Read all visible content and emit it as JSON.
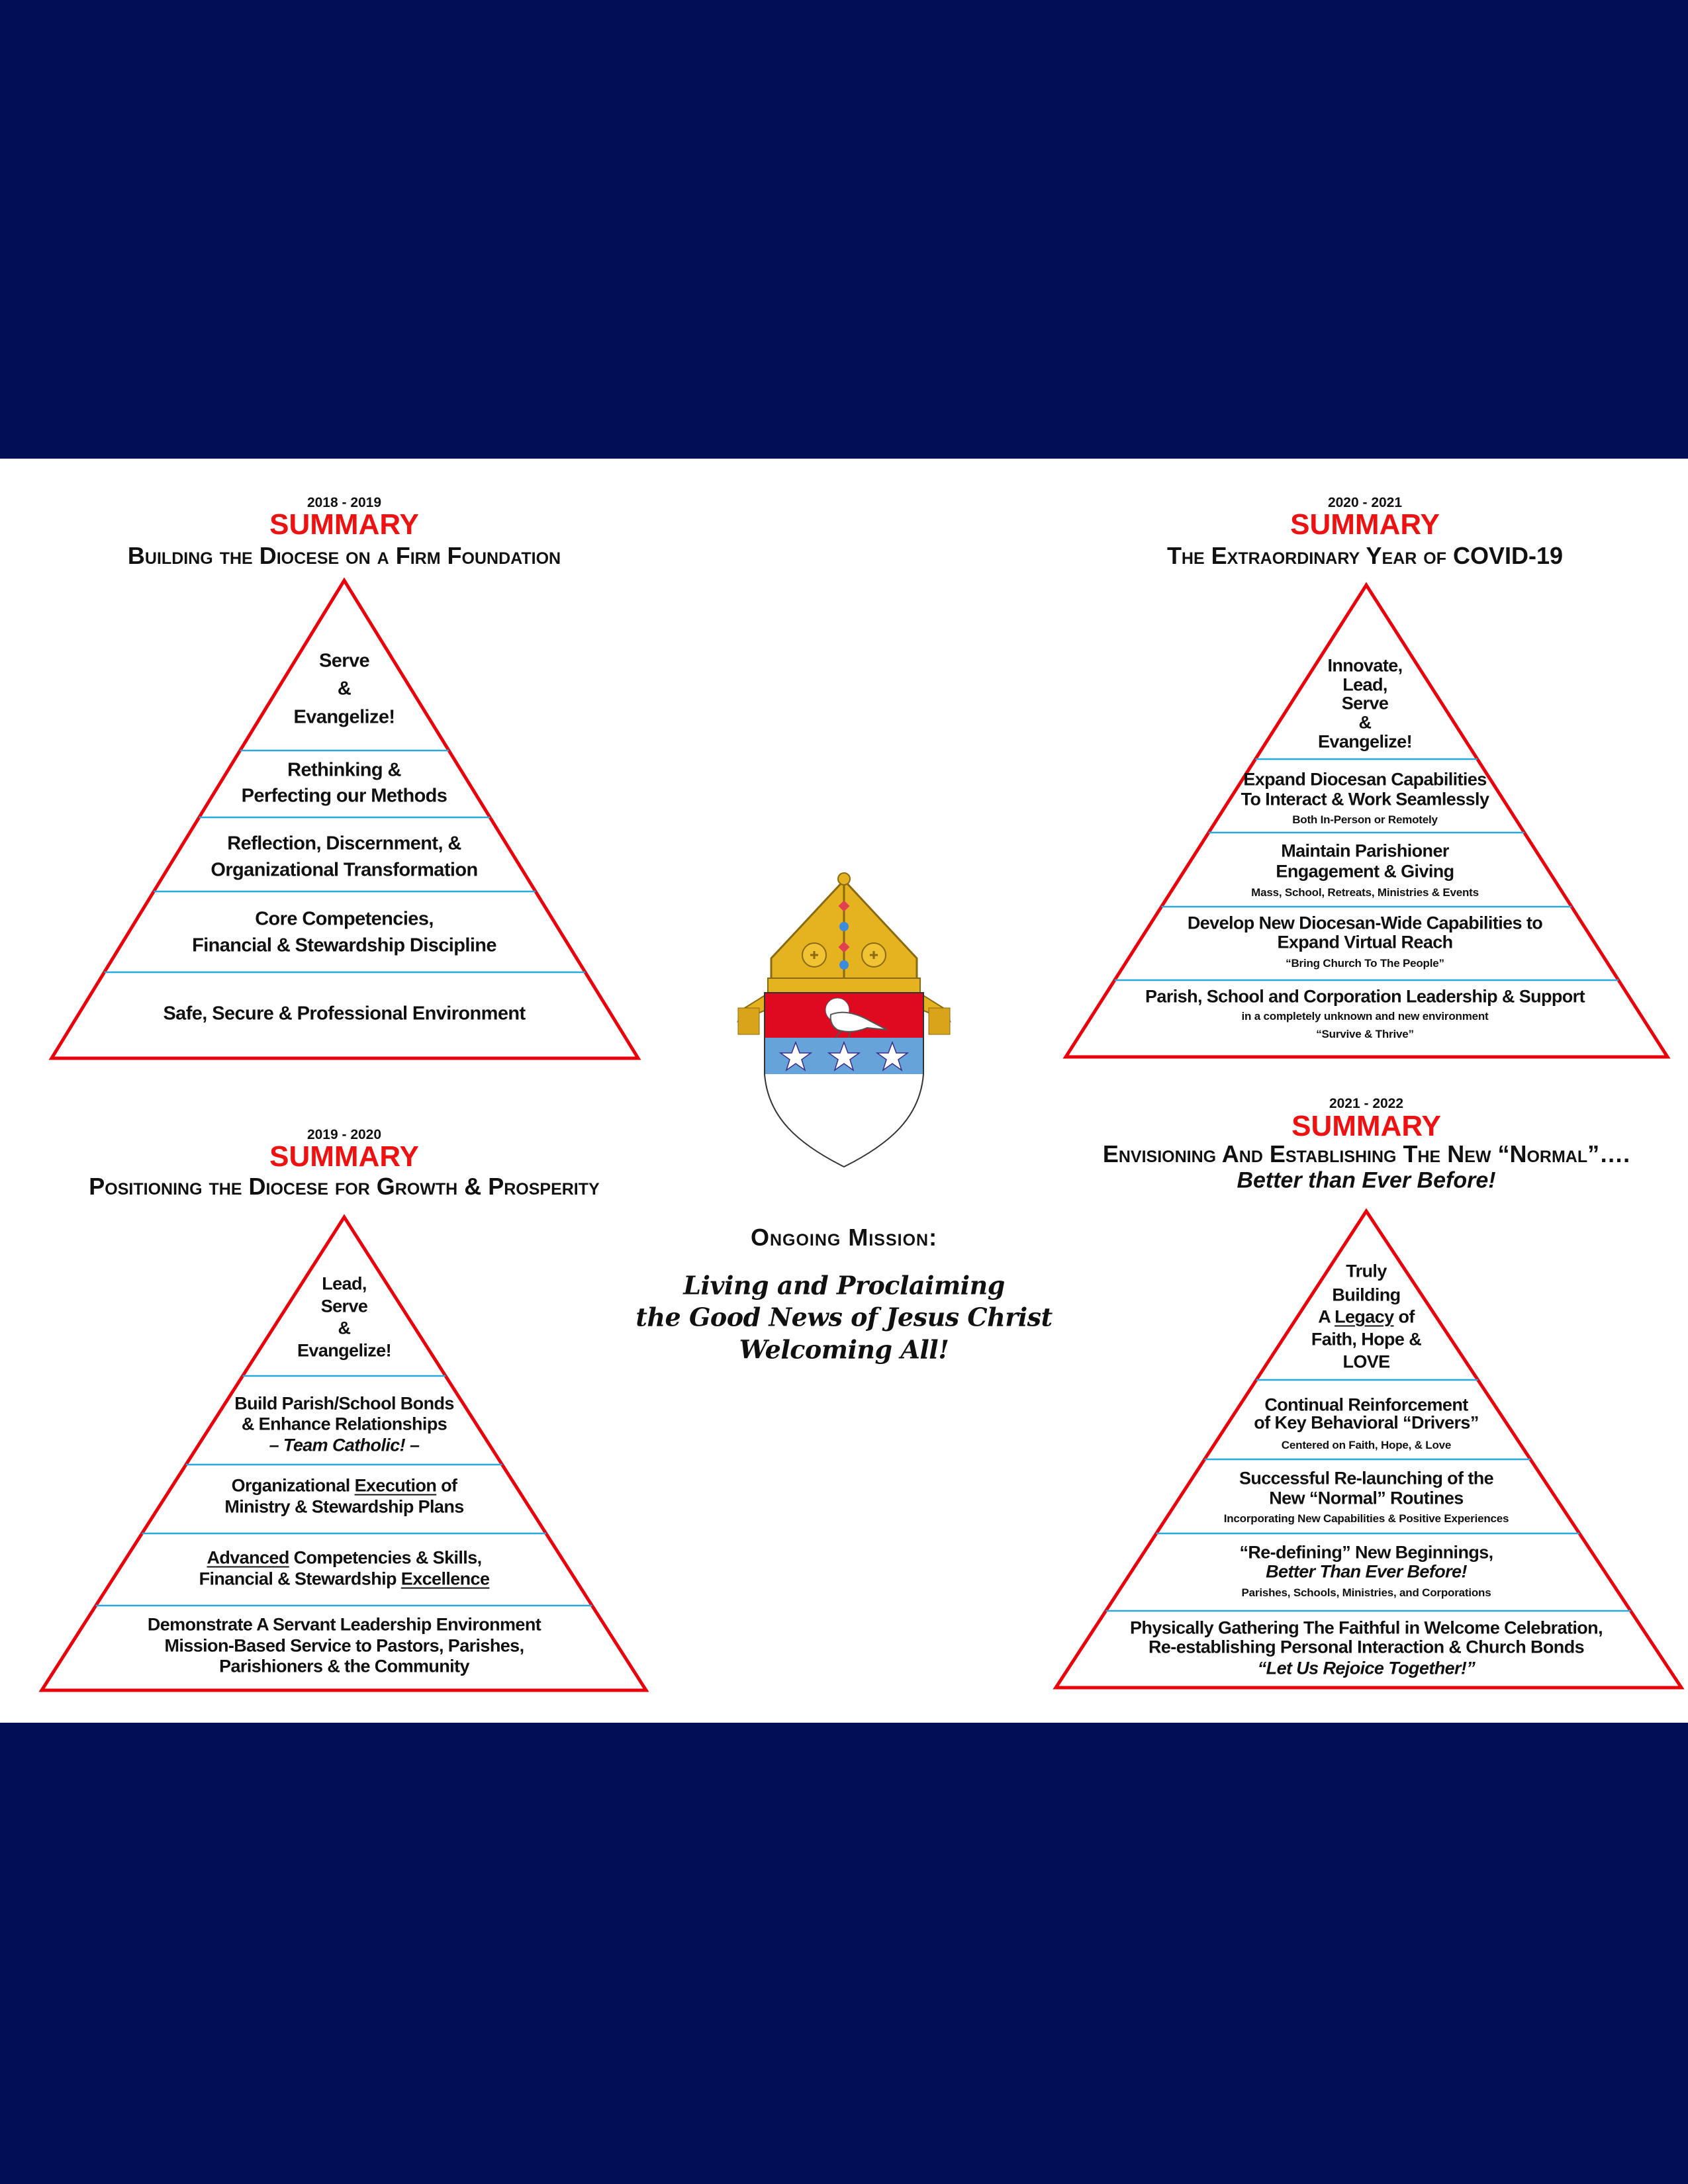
{
  "pyramids": [
    {
      "years": "2018 - 2019",
      "summary": "SUMMARY",
      "subtitle": "Building the Diocese on a Firm Foundation",
      "tiers": [
        {
          "lines": [
            {
              "text": "Serve"
            },
            {
              "text": "&"
            },
            {
              "text": "Evangelize!"
            }
          ]
        },
        {
          "lines": [
            {
              "text": "Rethinking &"
            },
            {
              "text": "Perfecting our Methods"
            }
          ]
        },
        {
          "lines": [
            {
              "text": "Reflection, Discernment, &"
            },
            {
              "text": "Organizational Transformation"
            }
          ]
        },
        {
          "lines": [
            {
              "text": "Core Competencies,"
            },
            {
              "text": "Financial & Stewardship Discipline"
            }
          ]
        },
        {
          "lines": [
            {
              "text": "Safe, Secure & Professional Environment"
            }
          ]
        }
      ]
    },
    {
      "years": "2020 - 2021",
      "summary": "SUMMARY",
      "subtitle": "The Extraordinary Year of COVID-19",
      "tiers": [
        {
          "lines": [
            {
              "text": "Innovate,"
            },
            {
              "text": "Lead,"
            },
            {
              "text": "Serve"
            },
            {
              "text": "&"
            },
            {
              "text": "Evangelize!"
            }
          ]
        },
        {
          "lines": [
            {
              "text": "Expand Diocesan Capabilities"
            },
            {
              "text": "To Interact & Work Seamlessly"
            },
            {
              "text": "Both In-Person or Remotely",
              "style": "small"
            }
          ]
        },
        {
          "lines": [
            {
              "text": "Maintain Parishioner"
            },
            {
              "text": "Engagement & Giving"
            },
            {
              "text": "Mass, School, Retreats, Ministries & Events",
              "style": "small"
            }
          ]
        },
        {
          "lines": [
            {
              "text": "Develop New Diocesan-Wide Capabilities to"
            },
            {
              "text": "Expand Virtual Reach"
            },
            {
              "text": "“Bring Church To The  People”",
              "style": "small"
            }
          ]
        },
        {
          "lines": [
            {
              "text": "Parish, School and Corporation Leadership & Support"
            },
            {
              "text": "in a completely unknown and new environment",
              "style": "small"
            },
            {
              "text": "“Survive & Thrive”",
              "style": "small"
            }
          ]
        }
      ]
    },
    {
      "years": "2019 - 2020",
      "summary": "SUMMARY",
      "subtitle": "Positioning the Diocese for Growth & Prosperity",
      "tiers": [
        {
          "lines": [
            {
              "text": "Lead,"
            },
            {
              "text": "Serve"
            },
            {
              "text": "&"
            },
            {
              "text": "Evangelize!"
            }
          ]
        },
        {
          "lines": [
            {
              "text": "Build Parish/School Bonds"
            },
            {
              "text": "& Enhance Relationships"
            },
            {
              "text": "– Team Catholic! –",
              "style": "italic"
            }
          ]
        },
        {
          "lines": [
            {
              "text": "Organizational Execution of",
              "underline": "Execution"
            },
            {
              "text": "Ministry & Stewardship Plans"
            }
          ]
        },
        {
          "lines": [
            {
              "text": "Advanced Competencies & Skills,",
              "underline": "Advanced"
            },
            {
              "text": "Financial & Stewardship Excellence",
              "underline": "Excellence"
            }
          ]
        },
        {
          "lines": [
            {
              "text": "Demonstrate A Servant Leadership Environment"
            },
            {
              "text": "Mission-Based Service to Pastors, Parishes,"
            },
            {
              "text": "Parishioners & the Community"
            }
          ]
        }
      ]
    },
    {
      "years": "2021 - 2022",
      "summary": "SUMMARY",
      "subtitle": "Envisioning And Establishing The New “Normal”….",
      "tagline": "Better than Ever Before!",
      "tiers": [
        {
          "lines": [
            {
              "text": "Truly"
            },
            {
              "text": "Building"
            },
            {
              "text": "A Legacy of",
              "underline": "Legacy"
            },
            {
              "text": "Faith, Hope &"
            },
            {
              "text": "LOVE"
            }
          ]
        },
        {
          "lines": [
            {
              "text": "Continual Reinforcement"
            },
            {
              "text": "of Key Behavioral “Drivers”"
            },
            {
              "text": "Centered on Faith, Hope, & Love",
              "style": "small"
            }
          ]
        },
        {
          "lines": [
            {
              "text": "Successful Re-launching of the"
            },
            {
              "text": "New “Normal” Routines"
            },
            {
              "text": "Incorporating New Capabilities & Positive Experiences",
              "style": "small"
            }
          ]
        },
        {
          "lines": [
            {
              "text": "“Re-defining” New Beginnings,"
            },
            {
              "text": "Better Than Ever Before!",
              "style": "italic"
            },
            {
              "text": "Parishes, Schools, Ministries, and Corporations",
              "style": "small"
            }
          ]
        },
        {
          "lines": [
            {
              "text": "Physically Gathering The Faithful in Welcome Celebration,"
            },
            {
              "text": "Re-establishing Personal Interaction & Church Bonds"
            },
            {
              "text": "“Let Us Rejoice Together!”",
              "style": "italic"
            }
          ]
        }
      ]
    }
  ],
  "center": {
    "mission_heading": "Ongoing Mission:",
    "mission_lines": [
      "Living and Proclaiming",
      "the Good News of Jesus Christ",
      "Welcoming All!"
    ]
  },
  "colors": {
    "navy": "#020f56",
    "pyramid_outline": "#e8000b",
    "tier_divider": "#29a8e0",
    "summary_red": "#ee1111",
    "crest_red": "#df0a1f",
    "crest_blue": "#66a3d9",
    "crest_gold": "#e6b320"
  }
}
